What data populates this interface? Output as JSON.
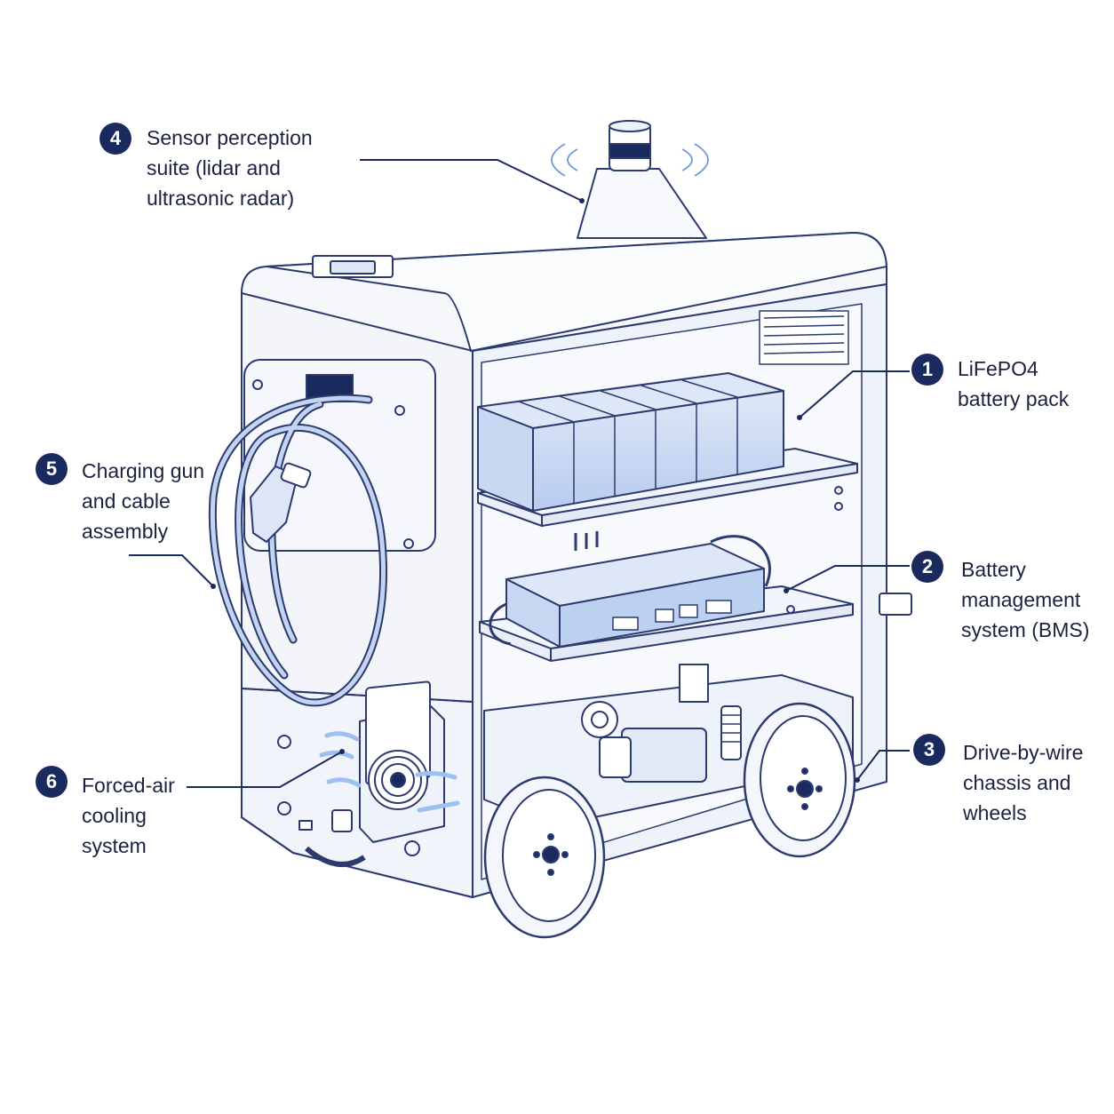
{
  "colors": {
    "ink": "#1b2a5e",
    "line": "#2c3a6e",
    "panel": "#f3f5fb",
    "battery": "#c9d8f2",
    "battery_dark": "#a9c0e8",
    "cable": "#b9cdf0",
    "airflow": "#9cc0f0"
  },
  "callouts": [
    {
      "number": "1",
      "text": "LiFePO4\nbattery pack"
    },
    {
      "number": "2",
      "text": "Battery\nmanagement\nsystem (BMS)"
    },
    {
      "number": "3",
      "text": "Drive-by-wire\nchassis and\nwheels"
    },
    {
      "number": "4",
      "text": "Sensor perception\nsuite (lidar and\nultrasonic radar)"
    },
    {
      "number": "5",
      "text": "Charging gun\nand cable\nassembly"
    },
    {
      "number": "6",
      "text": "Forced-air\ncooling\nsystem"
    }
  ]
}
